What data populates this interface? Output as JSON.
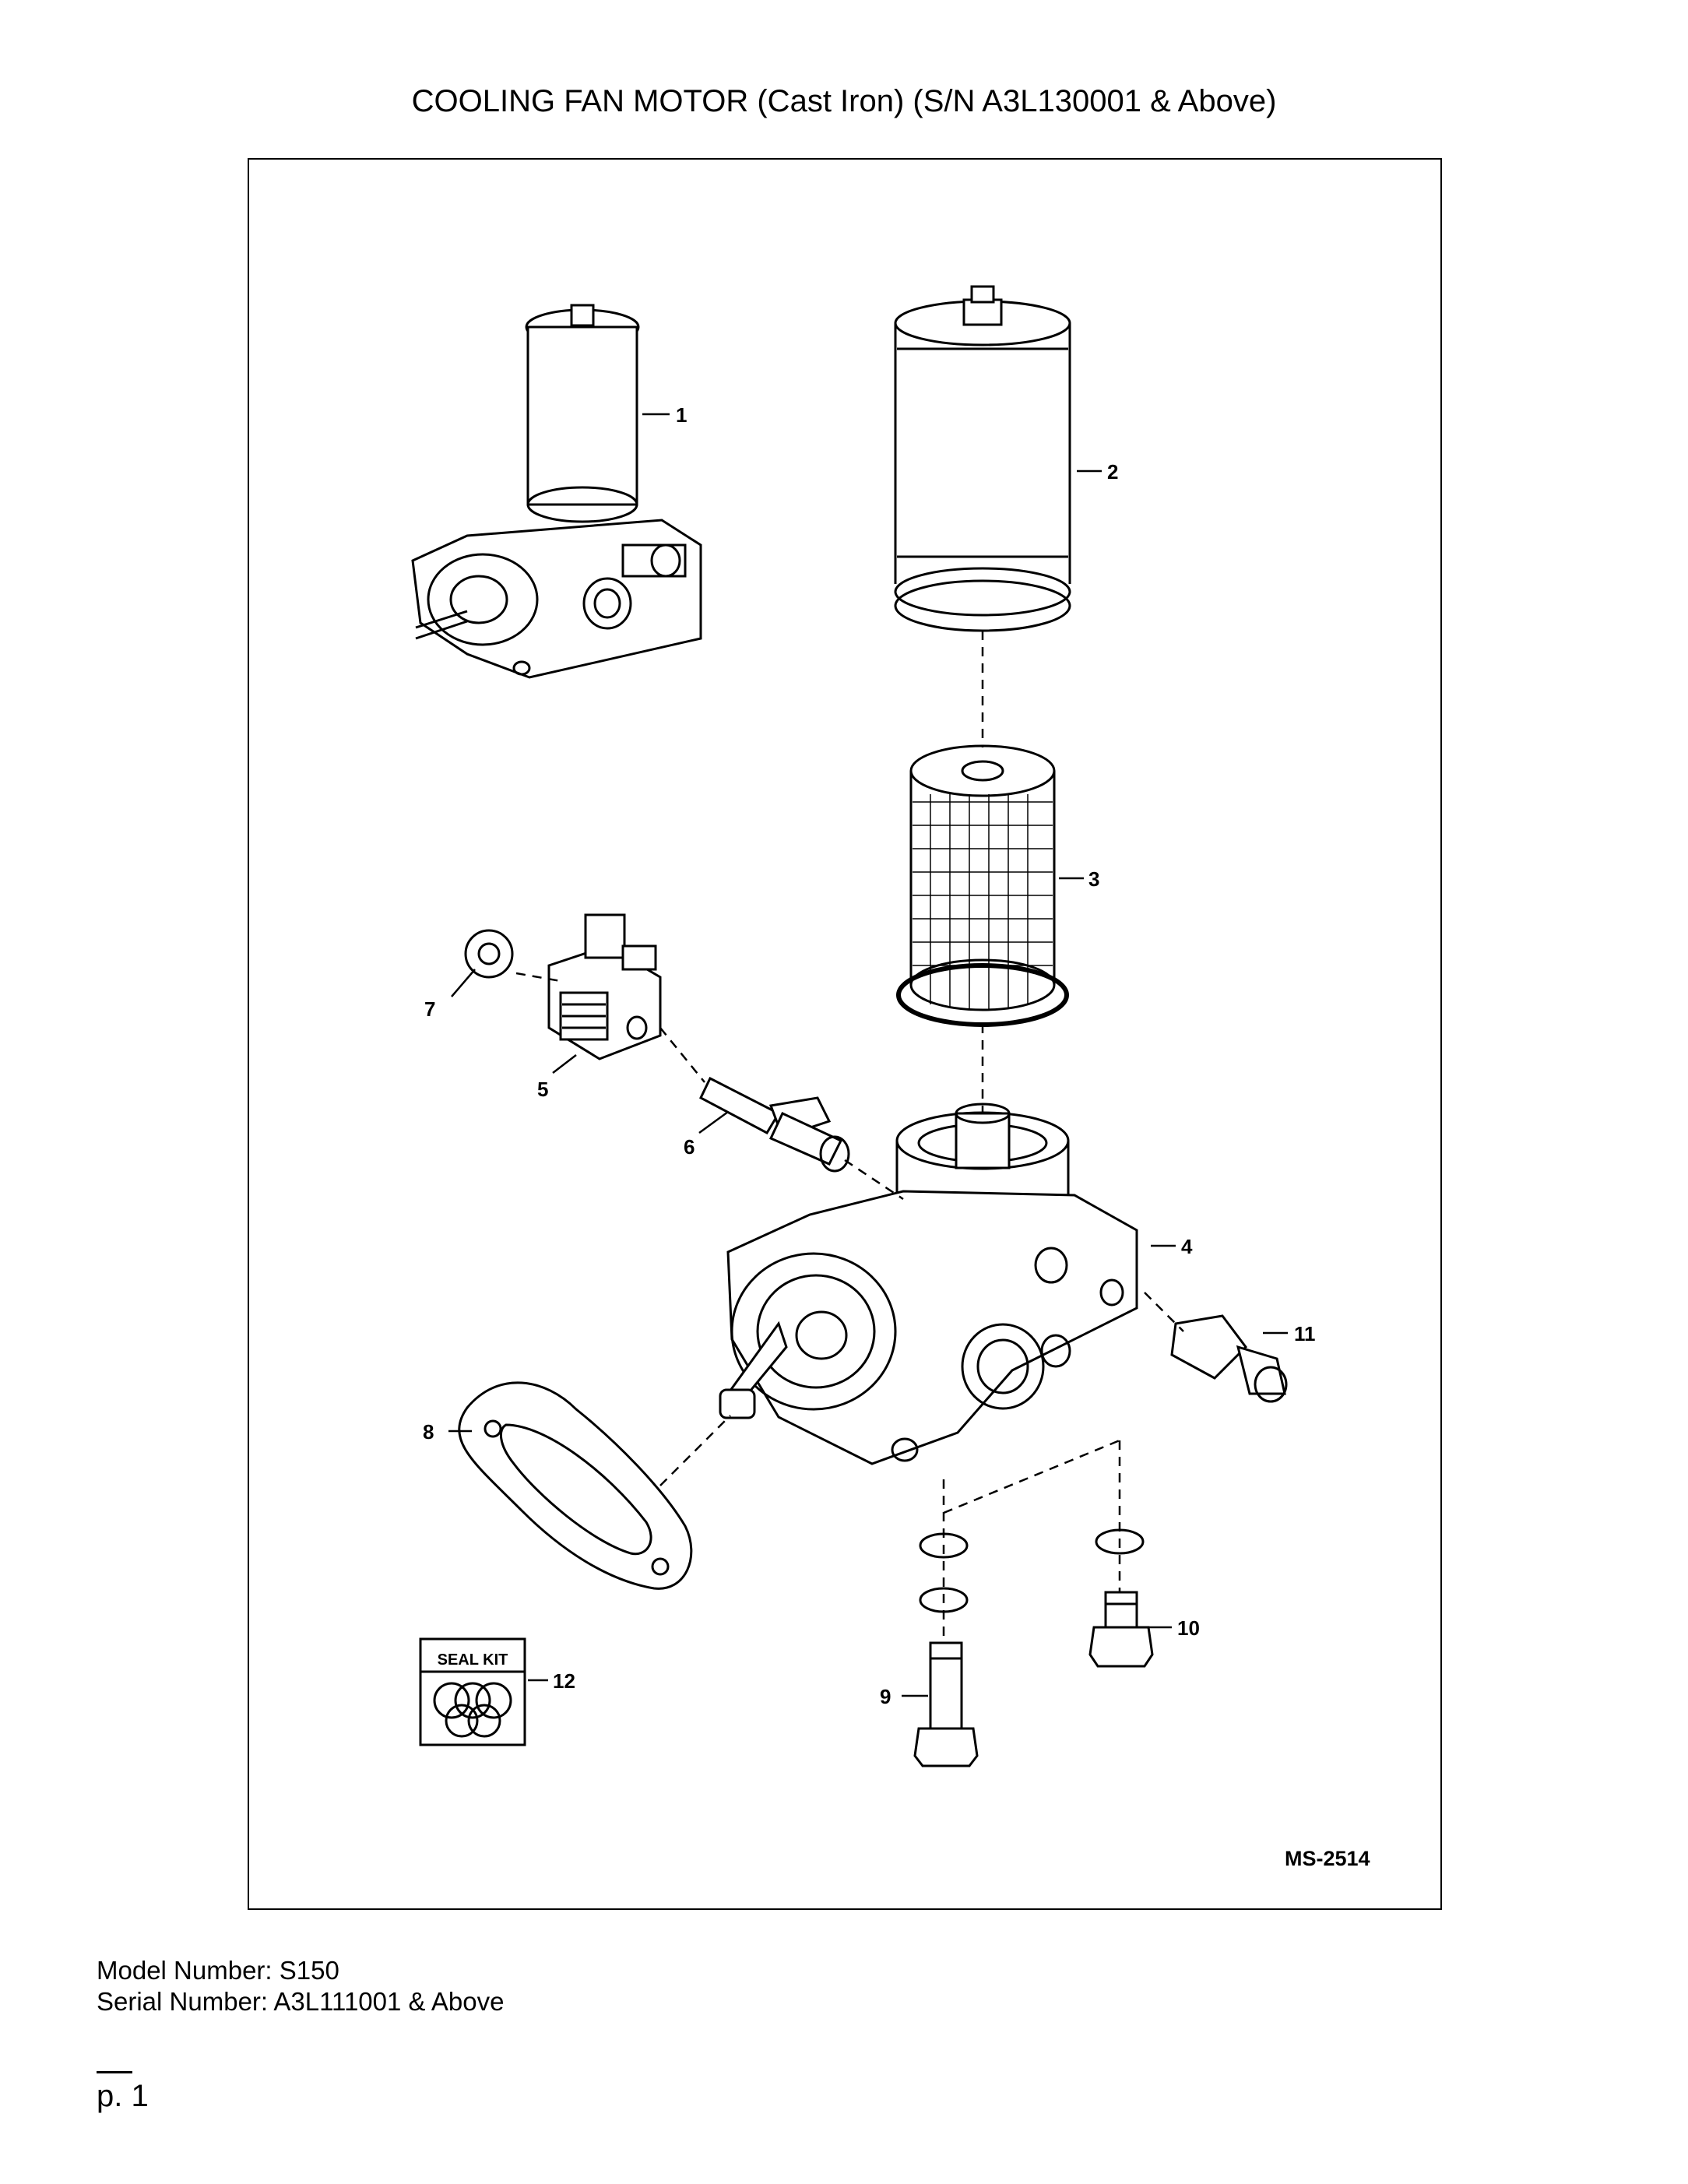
{
  "document": {
    "title": "COOLING FAN MOTOR (Cast Iron) (S/N A3L130001 & Above)",
    "diagram_code": "MS-2514",
    "seal_kit_label": "SEAL KIT",
    "model_line": "Model Number: S150",
    "serial_line": "Serial Number: A3L111001 & Above",
    "page_label": "p. 1"
  },
  "callouts": [
    "1",
    "2",
    "3",
    "4",
    "5",
    "6",
    "7",
    "8",
    "9",
    "10",
    "11",
    "12"
  ]
}
